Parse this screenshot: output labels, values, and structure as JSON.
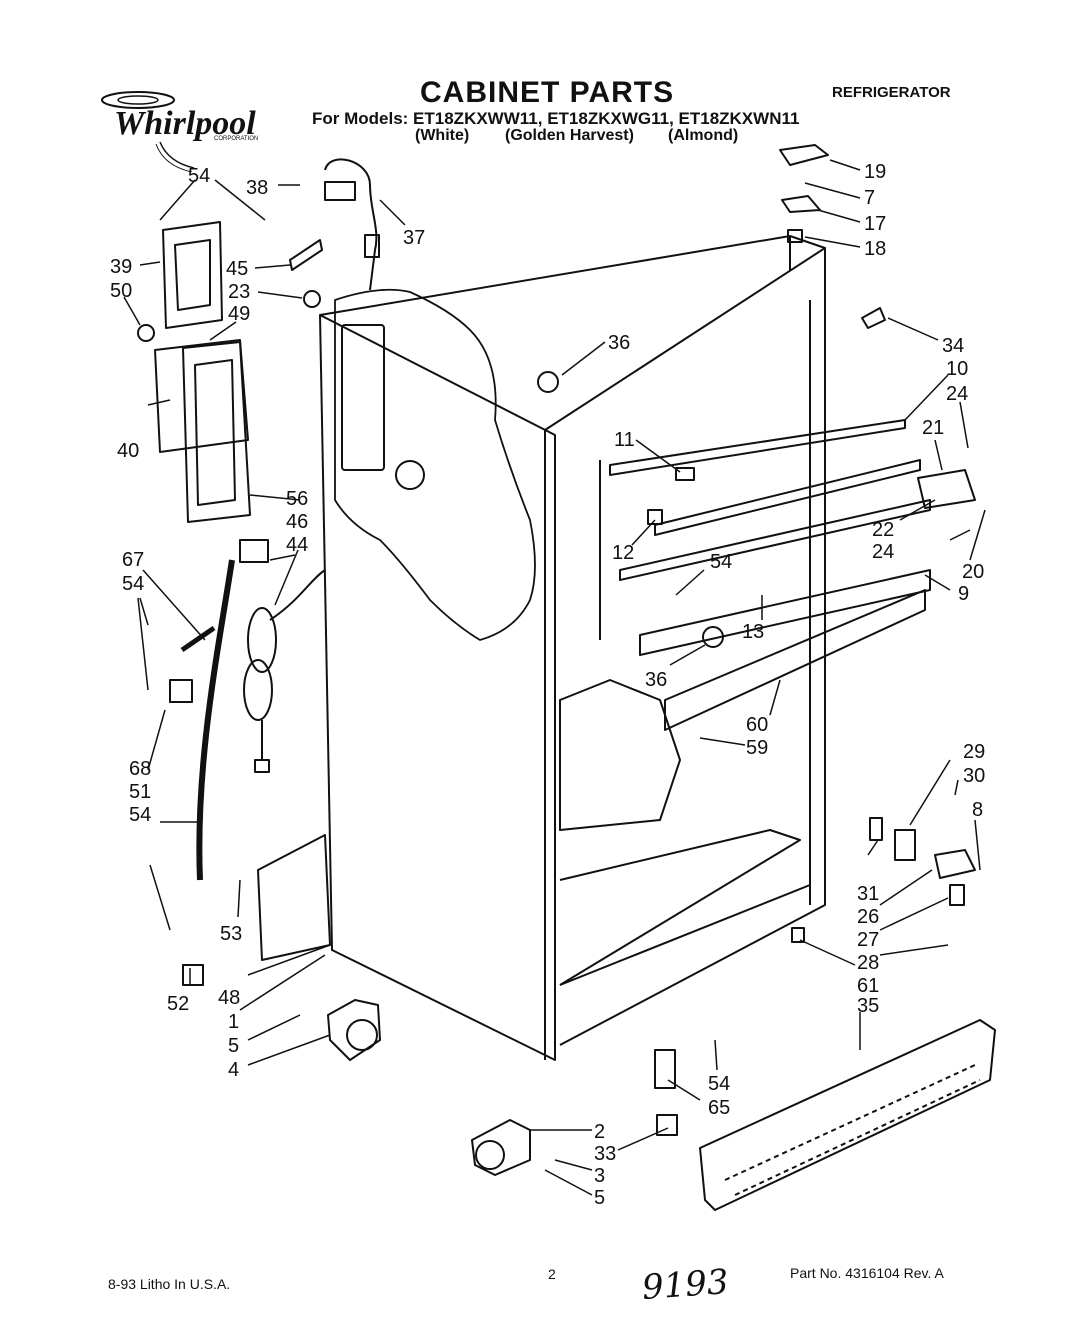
{
  "header": {
    "title": "CABINET PARTS",
    "models_line": "For Models: ET18ZKXWW11, ET18ZKXWG11, ET18ZKXWN11",
    "variants": [
      "(White)",
      "(Golden Harvest)",
      "(Almond)"
    ],
    "category": "REFRIGERATOR",
    "brand": "Whirlpool",
    "brand_sub": "CORPORATION"
  },
  "footer": {
    "litho": "8-93 Litho In U.S.A.",
    "page": "2",
    "part_no": "Part No. 4316104 Rev. A",
    "handwritten": "9193"
  },
  "callouts": [
    "54",
    "38",
    "37",
    "39",
    "45",
    "23",
    "50",
    "49",
    "40",
    "56",
    "46",
    "44",
    "67",
    "54",
    "68",
    "51",
    "54",
    "53",
    "52",
    "48",
    "1",
    "5",
    "4",
    "19",
    "7",
    "17",
    "18",
    "34",
    "36",
    "10",
    "24",
    "11",
    "21",
    "12",
    "22",
    "24",
    "20",
    "54",
    "13",
    "9",
    "36",
    "60",
    "59",
    "29",
    "30",
    "8",
    "31",
    "26",
    "27",
    "28",
    "61",
    "35",
    "54",
    "65",
    "2",
    "33",
    "3",
    "5"
  ]
}
